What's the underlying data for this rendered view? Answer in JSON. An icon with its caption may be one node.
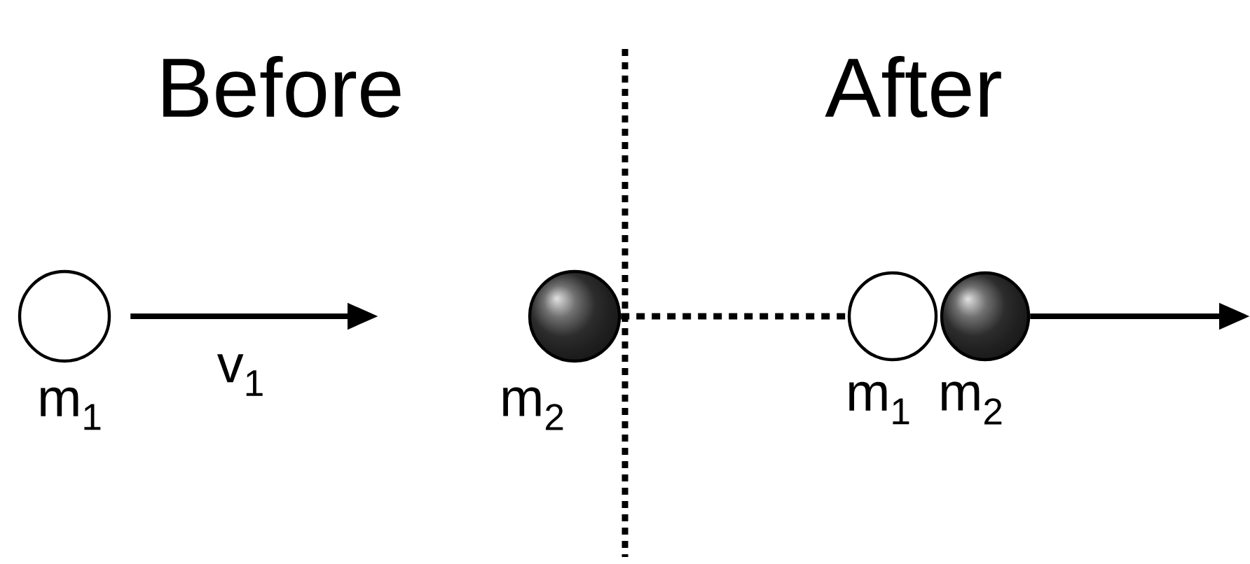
{
  "diagram": {
    "nodes": [
      {
        "text": [],
        "shape": "circle",
        "beside": [
          "m$_{1}$"
        ]
      },
      {
        "text": [],
        "shape": "circle",
        "beside": [
          "m$_{2}$"
        ]
      },
      {
        "text": [],
        "shape": "circle",
        "beside": [
          "m$_{1}$"
        ]
      },
      {
        "text": [],
        "shape": "circle",
        "beside": [
          "m$_{2}$"
        ]
      }
    ],
    "edges": [
      {
        "from": 0,
        "to": null,
        "arrow": "to",
        "label": "v$_{1}$"
      },
      {
        "from": 1,
        "to": 2,
        "arrow": "none",
        "style": "dashed"
      },
      {
        "from": 3,
        "to": null,
        "arrow": "to"
      }
    ],
    "labels": [
      "Before",
      "After"
    ]
  }
}
